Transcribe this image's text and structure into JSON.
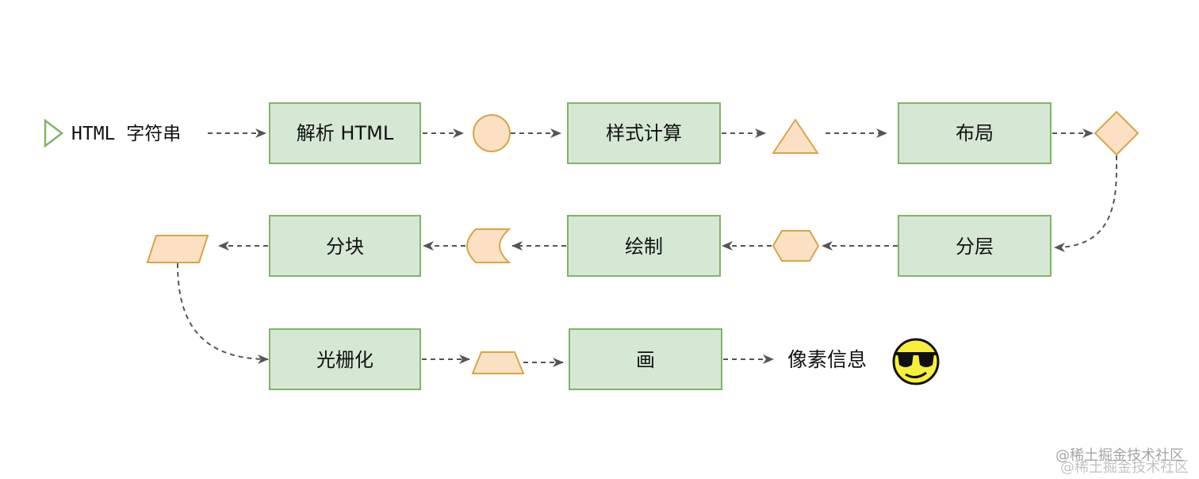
{
  "diagram": {
    "input_label": "HTML  字符串",
    "steps": {
      "parse_html": "解析 HTML",
      "style_calc": "样式计算",
      "layout": "布局",
      "layering": "分层",
      "paint": "绘制",
      "tiling": "分块",
      "rasterize": "光栅化",
      "draw": "画"
    },
    "output_label": "像素信息",
    "output_icon": "sunglasses-smiley-icon"
  },
  "watermark": "@稀土掘金技术社区",
  "colors": {
    "box_fill": "#d5e8d4",
    "box_stroke": "#82b366",
    "shape_fill": "#fbe0c3",
    "shape_stroke": "#d6a54a",
    "arrow": "#555555",
    "start_marker": "#82b366"
  }
}
